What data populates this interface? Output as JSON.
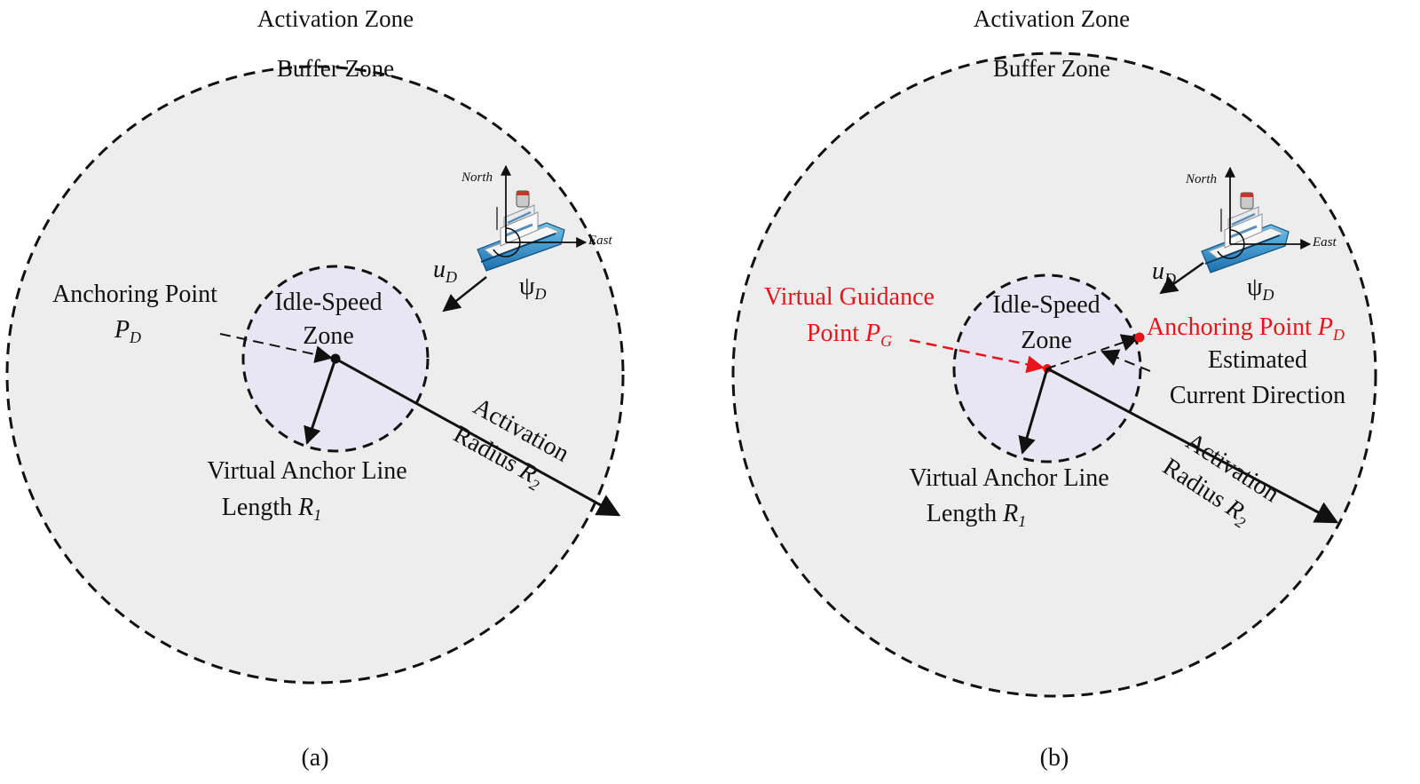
{
  "colors": {
    "zone_fill": "#ededee",
    "idle_fill": "#e8e6f2",
    "outline": "#111111",
    "guidance_red": "#e8141b"
  },
  "panels": [
    {
      "caption": "(a)",
      "activation_zone": "Activation Zone",
      "buffer_zone": "Buffer Zone",
      "idle_zone_line1": "Idle-Speed",
      "idle_zone_line2": "Zone",
      "anchoring_point": "Anchoring Point",
      "anchoring_symbol": "P",
      "anchoring_sub": "D",
      "anchor_line_1": "Virtual Anchor Line",
      "anchor_line_2": "Length ",
      "r1_symbol": "R",
      "r1_sub": "1",
      "activation_radius_1": "Activation",
      "activation_radius_2": "Radius ",
      "r2_symbol": "R",
      "r2_sub": "2",
      "u_symbol": "u",
      "u_sub": "D",
      "psi_symbol": "ψ",
      "psi_sub": "D",
      "north": "North",
      "east": "East",
      "vessel_icon": "ship-icon"
    },
    {
      "caption": "(b)",
      "activation_zone": "Activation Zone",
      "buffer_zone": "Buffer Zone",
      "idle_zone_line1": "Idle-Speed",
      "idle_zone_line2": "Zone",
      "guidance_line1": "Virtual Guidance",
      "guidance_line2": "Point ",
      "guidance_symbol": "P",
      "guidance_sub": "G",
      "anchoring_point": "Anchoring Point ",
      "anchoring_symbol": "P",
      "anchoring_sub": "D",
      "current_line1": "Estimated",
      "current_line2": "Current Direction",
      "anchor_line_1": "Virtual Anchor Line",
      "anchor_line_2": "Length ",
      "r1_symbol": "R",
      "r1_sub": "1",
      "activation_radius_1": "Activation",
      "activation_radius_2": "Radius ",
      "r2_symbol": "R",
      "r2_sub": "2",
      "u_symbol": "u",
      "u_sub": "D",
      "psi_symbol": "ψ",
      "psi_sub": "D",
      "north": "North",
      "east": "East",
      "vessel_icon": "ship-icon"
    }
  ]
}
